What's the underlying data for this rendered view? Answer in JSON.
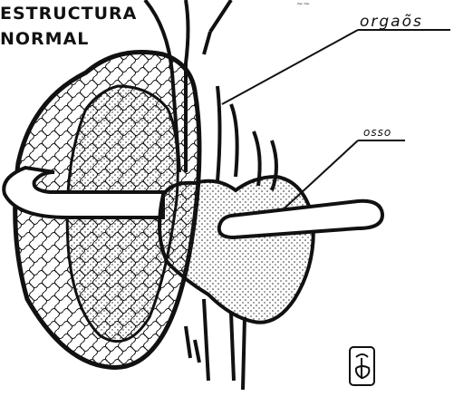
{
  "title": {
    "line1": "ESTRUCTURA",
    "line2": "NORMAL"
  },
  "labels": {
    "organs": "orgaõs",
    "bone": "osso"
  },
  "top_fragment": "~~",
  "colors": {
    "ink": "#111111",
    "paper": "#ffffff"
  },
  "signature_monogram": "FP"
}
